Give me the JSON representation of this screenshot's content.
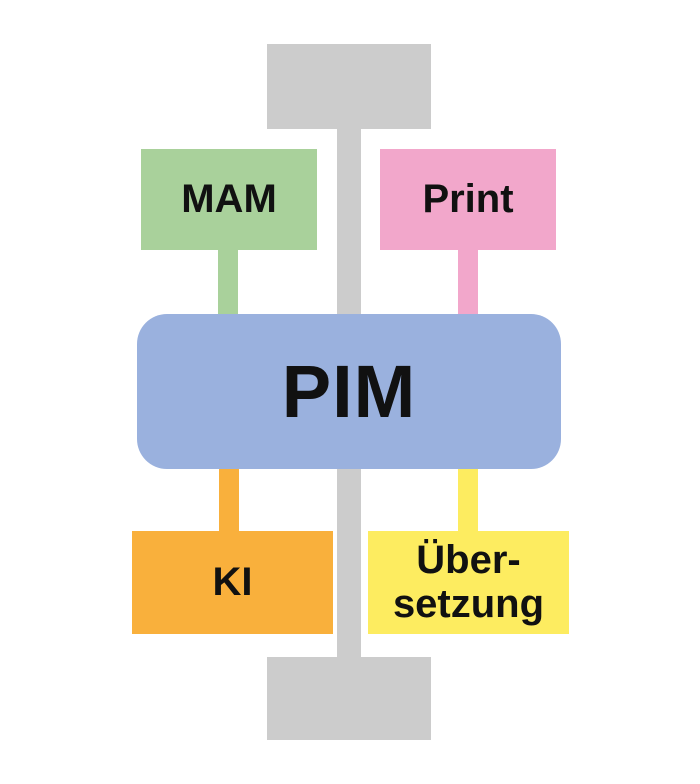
{
  "diagram": {
    "center": {
      "label": "PIM",
      "color": "#9ab1de"
    },
    "top_left": {
      "label": "MAM",
      "color": "#a9d19b"
    },
    "top_right": {
      "label": "Print",
      "color": "#f2a7cb"
    },
    "bottom_left": {
      "label": "KI",
      "color": "#f9b03c"
    },
    "bottom_right": {
      "label_line1": "Über-",
      "label_line2": "setzung",
      "color": "#fdec60"
    },
    "spine_color": "#cccccc"
  }
}
